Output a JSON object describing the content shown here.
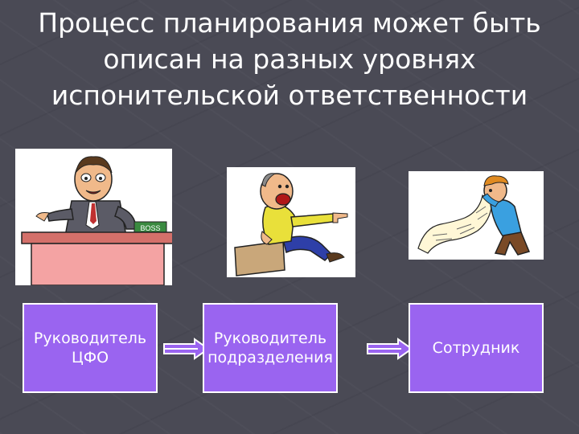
{
  "title": {
    "line1": "Процесс планирования может быть",
    "line2": "описан на разных уровнях",
    "line3": "испонительской ответственности"
  },
  "illustrations": {
    "boss": {
      "icon": "boss-at-podium-illustration",
      "plate_text": "BOSS"
    },
    "manager": {
      "icon": "shouting-manager-illustration"
    },
    "employee": {
      "icon": "employee-reading-long-list-illustration"
    }
  },
  "levels": [
    {
      "line1": "Руководитель",
      "line2": "ЦФО"
    },
    {
      "line1": "Руководитель",
      "line2": "подразделения"
    },
    {
      "line1": "Сотрудник",
      "line2": ""
    }
  ],
  "colors": {
    "background": "#4a4a55",
    "box_fill": "#9a64f0",
    "box_border": "#ffffff",
    "arrow_fill": "#9a64f0",
    "arrow_stroke": "#ffffff"
  },
  "arrows": [
    {
      "icon": "right-double-arrow-icon"
    },
    {
      "icon": "right-double-arrow-icon"
    }
  ]
}
